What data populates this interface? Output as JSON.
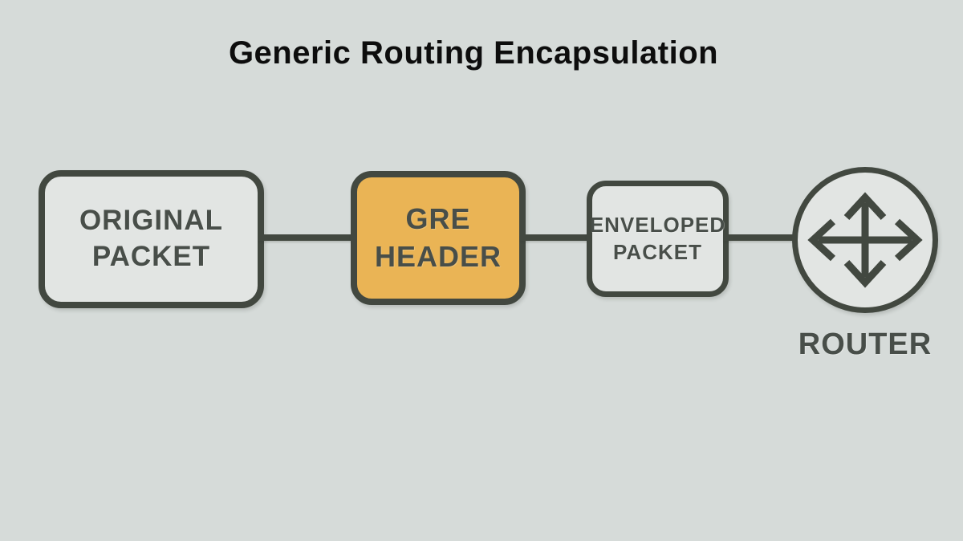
{
  "title": "Generic Routing Encapsulation",
  "nodes": {
    "original": {
      "line1": "ORIGINAL",
      "line2": "PACKET"
    },
    "gre": {
      "line1": "GRE",
      "line2": "HEADER"
    },
    "enveloped": {
      "line1": "ENVELOPED",
      "line2": "PACKET"
    },
    "router": {
      "label": "ROUTER",
      "icon": "four-way-arrows-icon"
    }
  },
  "colors": {
    "background": "#d6dbd9",
    "node_fill": "#e2e5e3",
    "highlight_fill": "#eab455",
    "stroke": "#424840",
    "title": "#0d0d0d",
    "label": "#484e49"
  }
}
